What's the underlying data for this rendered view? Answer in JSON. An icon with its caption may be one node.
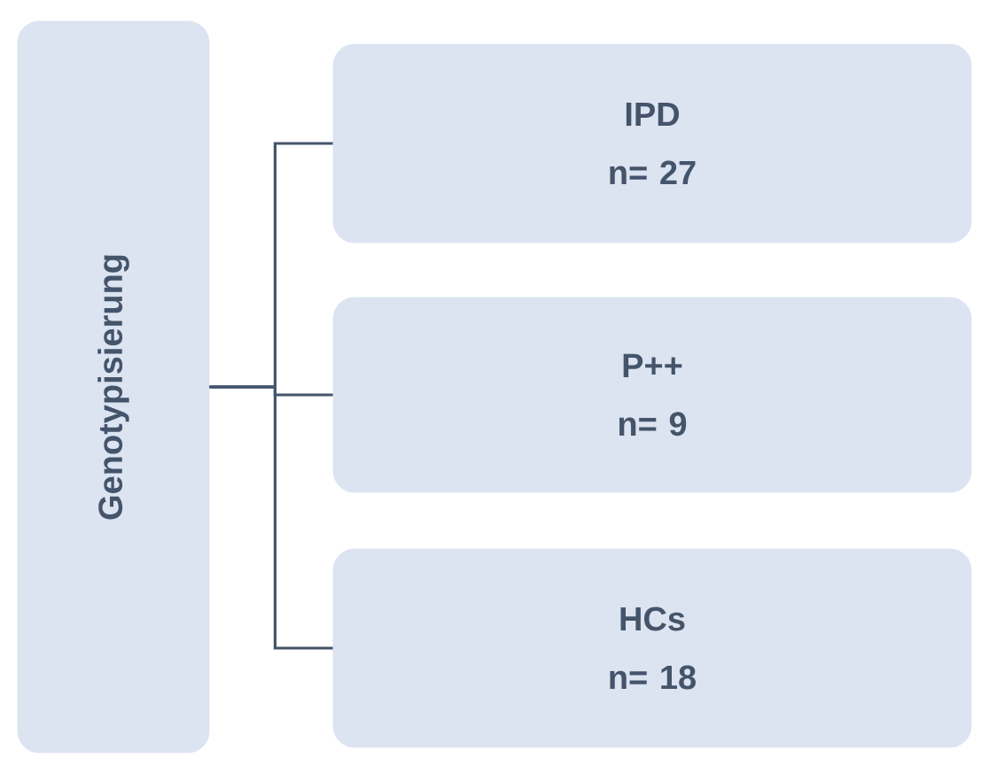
{
  "diagram": {
    "nodes": [
      {
        "text": [
          "Genotypisierung"
        ]
      },
      {
        "text": [
          "IPD",
          "n= 27"
        ]
      },
      {
        "text": [
          "P++",
          "n= 9"
        ]
      },
      {
        "text": [
          "HCs",
          "n= 18"
        ]
      }
    ],
    "edges": [
      {
        "from": 0,
        "to": 1,
        "arrow": "none"
      },
      {
        "from": 0,
        "to": 2,
        "arrow": "none"
      },
      {
        "from": 0,
        "to": 3,
        "arrow": "none"
      }
    ]
  }
}
